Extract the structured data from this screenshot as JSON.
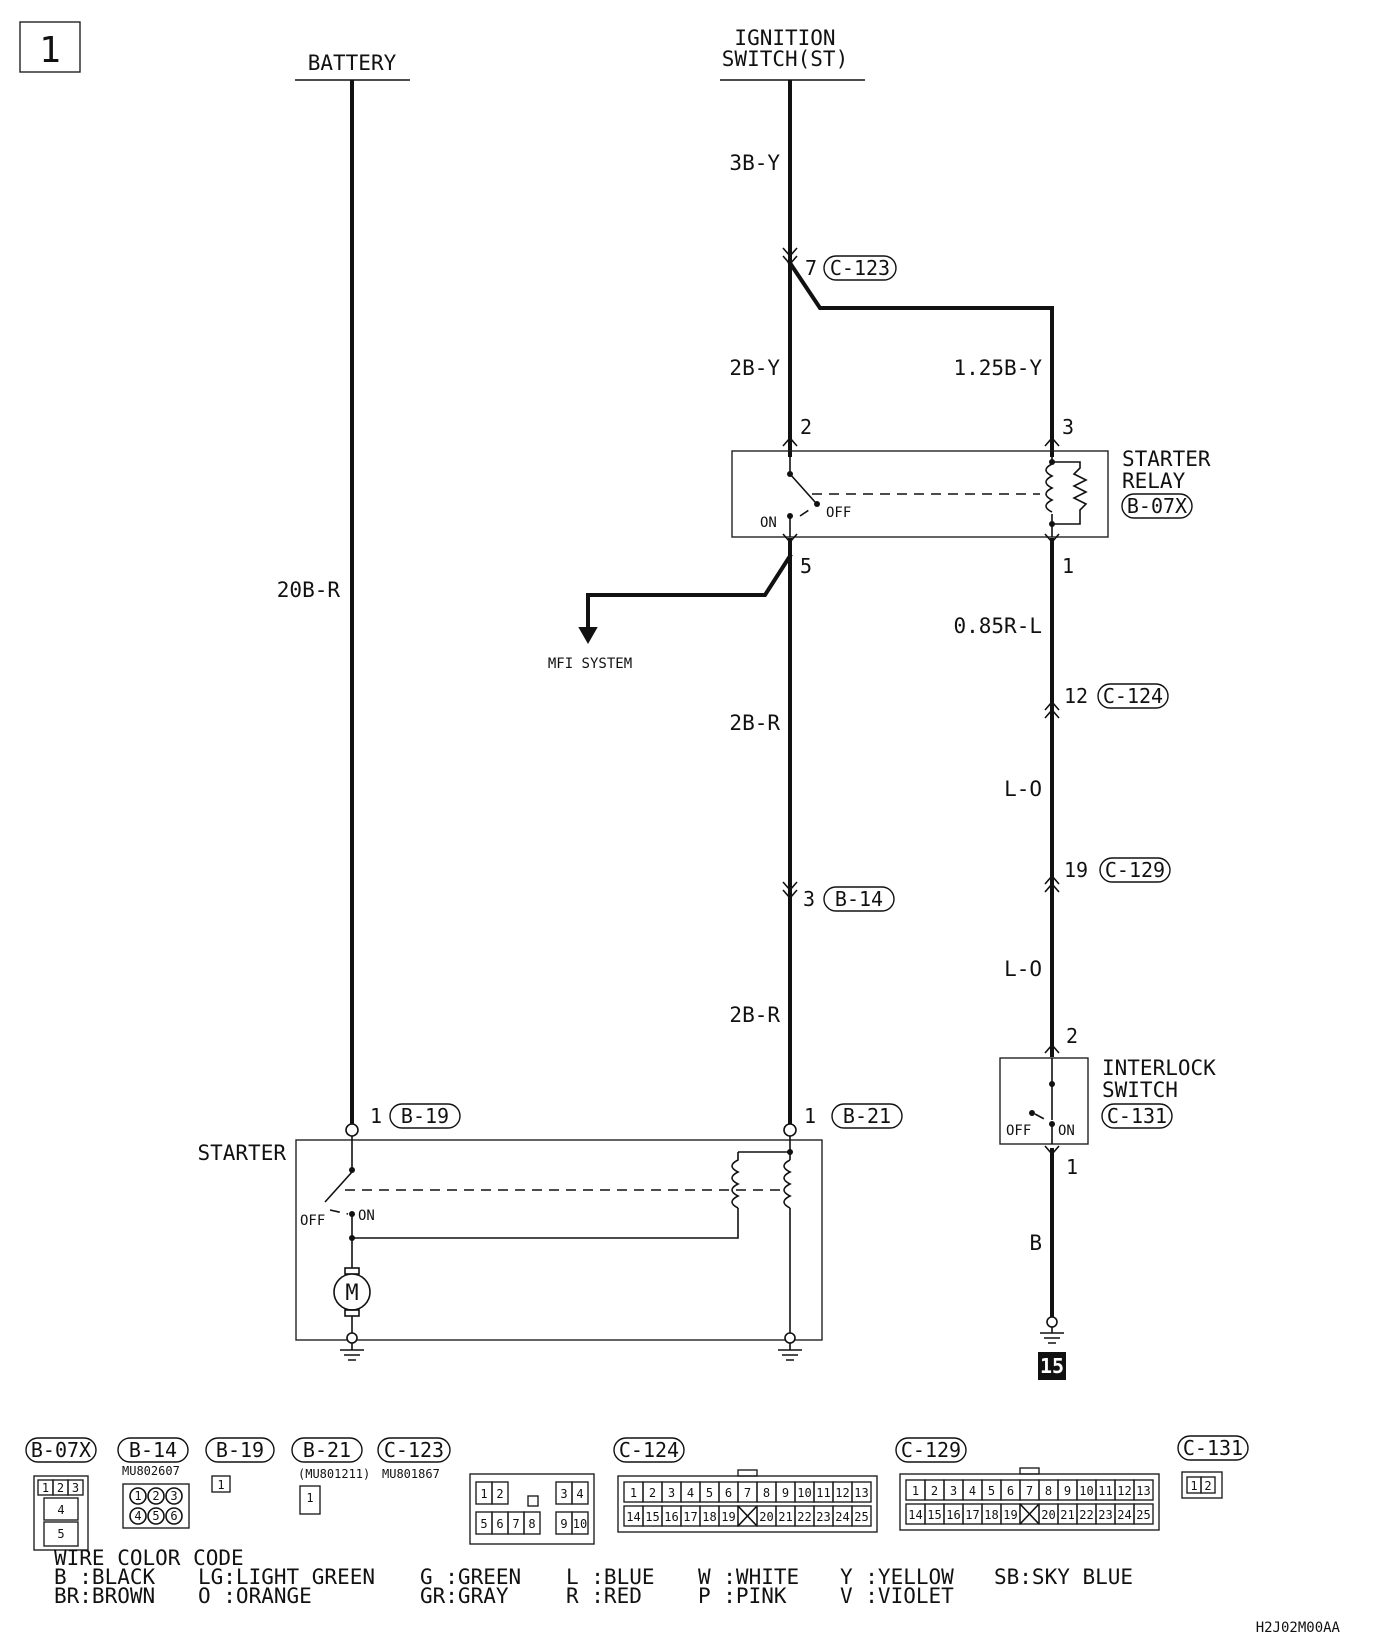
{
  "page_number": "1",
  "sources": {
    "battery": "BATTERY",
    "ignition_line1": "IGNITION",
    "ignition_line2": "SWITCH(ST)"
  },
  "wires": {
    "battery_main": "20B-R",
    "ign_top": "3B-Y",
    "ign_left": "2B-Y",
    "relay_coil_feed": "1.25B-Y",
    "relay_out_upper": "2B-R",
    "relay_out_lower": "2B-R",
    "coil_return": "0.85R-L",
    "interlock_upper": "L-O",
    "interlock_lower": "L-O",
    "ground": "B"
  },
  "connectors": {
    "c123": "C-123",
    "b07x": "B-07X",
    "c124": "C-124",
    "c129": "C-129",
    "b14": "B-14",
    "b19": "B-19",
    "b21": "B-21",
    "c131": "C-131"
  },
  "pins": {
    "c123_pin": "7",
    "relay_pin2": "2",
    "relay_pin3": "3",
    "relay_pin5": "5",
    "relay_pin1": "1",
    "c124_pin": "12",
    "c129_pin": "19",
    "b14_pin": "3",
    "interlock_pin2": "2",
    "interlock_pin1": "1",
    "b19_pin": "1",
    "b21_pin": "1"
  },
  "components": {
    "starter_relay_line1": "STARTER",
    "starter_relay_line2": "RELAY",
    "interlock_line1": "INTERLOCK",
    "interlock_line2": "SWITCH",
    "starter": "STARTER",
    "motor": "M",
    "mfi": "MFI SYSTEM",
    "on": "ON",
    "off": "OFF",
    "ground_ref": "15"
  },
  "connector_views": {
    "b07x": {
      "label": "B-07X",
      "cells": [
        "1",
        "2",
        "3",
        "4",
        "5"
      ]
    },
    "b14": {
      "label": "B-14",
      "part": "MU802607",
      "cells": [
        "1",
        "2",
        "3",
        "4",
        "5",
        "6"
      ]
    },
    "b19": {
      "label": "B-19",
      "cells": [
        "1"
      ]
    },
    "b21": {
      "label": "B-21",
      "part": "(MU801211)",
      "cells": [
        "1"
      ]
    },
    "c123": {
      "label": "C-123",
      "part": "MU801867",
      "cells": [
        "1",
        "2",
        "3",
        "4",
        "5",
        "6",
        "7",
        "8",
        "9",
        "10"
      ]
    },
    "c124": {
      "label": "C-124",
      "row1": [
        "1",
        "2",
        "3",
        "4",
        "5",
        "6",
        "7",
        "8",
        "9",
        "10",
        "11",
        "12",
        "13"
      ],
      "row2": [
        "14",
        "15",
        "16",
        "17",
        "18",
        "19",
        "",
        "20",
        "21",
        "22",
        "23",
        "24",
        "25"
      ]
    },
    "c129": {
      "label": "C-129",
      "row1": [
        "1",
        "2",
        "3",
        "4",
        "5",
        "6",
        "7",
        "8",
        "9",
        "10",
        "11",
        "12",
        "13"
      ],
      "row2": [
        "14",
        "15",
        "16",
        "17",
        "18",
        "19",
        "",
        "20",
        "21",
        "22",
        "23",
        "24",
        "25"
      ]
    },
    "c131": {
      "label": "C-131",
      "cells": [
        "1",
        "2"
      ]
    }
  },
  "color_code": {
    "title": "WIRE COLOR CODE",
    "col1": [
      "B :BLACK",
      "BR:BROWN"
    ],
    "col2": [
      "LG:LIGHT GREEN",
      "O :ORANGE"
    ],
    "col3": [
      "G :GREEN",
      "GR:GRAY"
    ],
    "col4": [
      "L :BLUE",
      "R :RED"
    ],
    "col5": [
      "W :WHITE",
      "P :PINK"
    ],
    "col6": [
      "Y :YELLOW",
      "V :VIOLET"
    ],
    "col7": [
      "SB:SKY BLUE"
    ]
  },
  "diagram_code": "H2J02M00AA"
}
